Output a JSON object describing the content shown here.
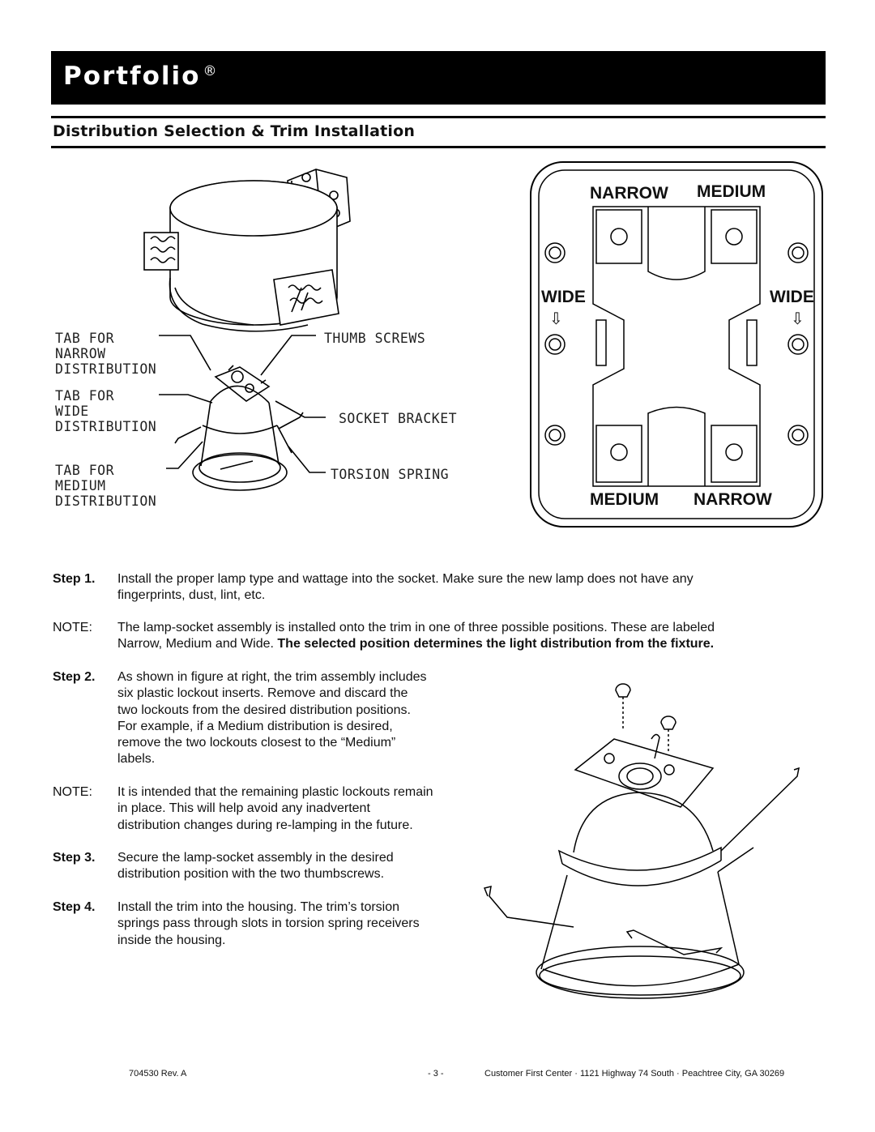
{
  "header": {
    "brand": "Portfolio",
    "reg_mark": "®"
  },
  "section_title": "Distribution Selection & Trim Installation",
  "diagram_left": {
    "labels": {
      "tab_narrow_1": "TAB FOR",
      "tab_narrow_2": "NARROW",
      "tab_narrow_3": "DISTRIBUTION",
      "tab_wide_1": "TAB FOR",
      "tab_wide_2": "WIDE",
      "tab_wide_3": "DISTRIBUTION",
      "tab_medium_1": "TAB FOR",
      "tab_medium_2": "MEDIUM",
      "tab_medium_3": "DISTRIBUTION",
      "thumb_screws": "THUMB SCREWS",
      "socket_bracket": "SOCKET BRACKET",
      "torsion_spring": "TORSION SPRING"
    }
  },
  "diagram_right": {
    "top_left": "NARROW",
    "top_right": "MEDIUM",
    "wide_left": "WIDE",
    "wide_right": "WIDE",
    "bottom_left": "MEDIUM",
    "bottom_right": "NARROW",
    "arrow_glyph": "⇩"
  },
  "steps": [
    {
      "label": "Step 1.",
      "text": "Install the proper lamp type and wattage into the socket.  Make sure the new lamp does not have any",
      "text2": "fingerprints, dust, lint, etc."
    },
    {
      "label": "NOTE:",
      "text": "The lamp-socket assembly is installed onto the trim in one of three possible positions.  These are labeled",
      "text2": "Narrow, Medium and Wide. ",
      "text2_bold": "The selected position determines the light distribution from the fixture."
    },
    {
      "label": "Step 2.",
      "lines": [
        "As shown in figure at right, the trim assembly includes",
        "six plastic lockout inserts.  Remove and discard the",
        "two lockouts from the desired distribution positions.",
        "For example, if a Medium distribution is desired,",
        "remove the two lockouts closest to the “Medium”",
        "labels."
      ]
    },
    {
      "label": "NOTE:",
      "lines": [
        "It is intended that the remaining plastic lockouts remain",
        "in place.  This will help avoid any inadvertent",
        "distribution changes during re-lamping in the future."
      ]
    },
    {
      "label": "Step 3.",
      "lines": [
        "Secure the lamp-socket assembly in the desired",
        "distribution position with the two thumbscrews."
      ]
    },
    {
      "label": "Step 4.",
      "lines": [
        "Install the trim into the housing.  The trim’s torsion",
        "springs pass through slots in torsion spring receivers",
        "inside the housing."
      ]
    }
  ],
  "footer": {
    "doc_number": "704530 Rev. A",
    "page": "- 3 -",
    "address": "Customer First Center · 1121 Highway 74 South · Peachtree City, GA 30269"
  }
}
